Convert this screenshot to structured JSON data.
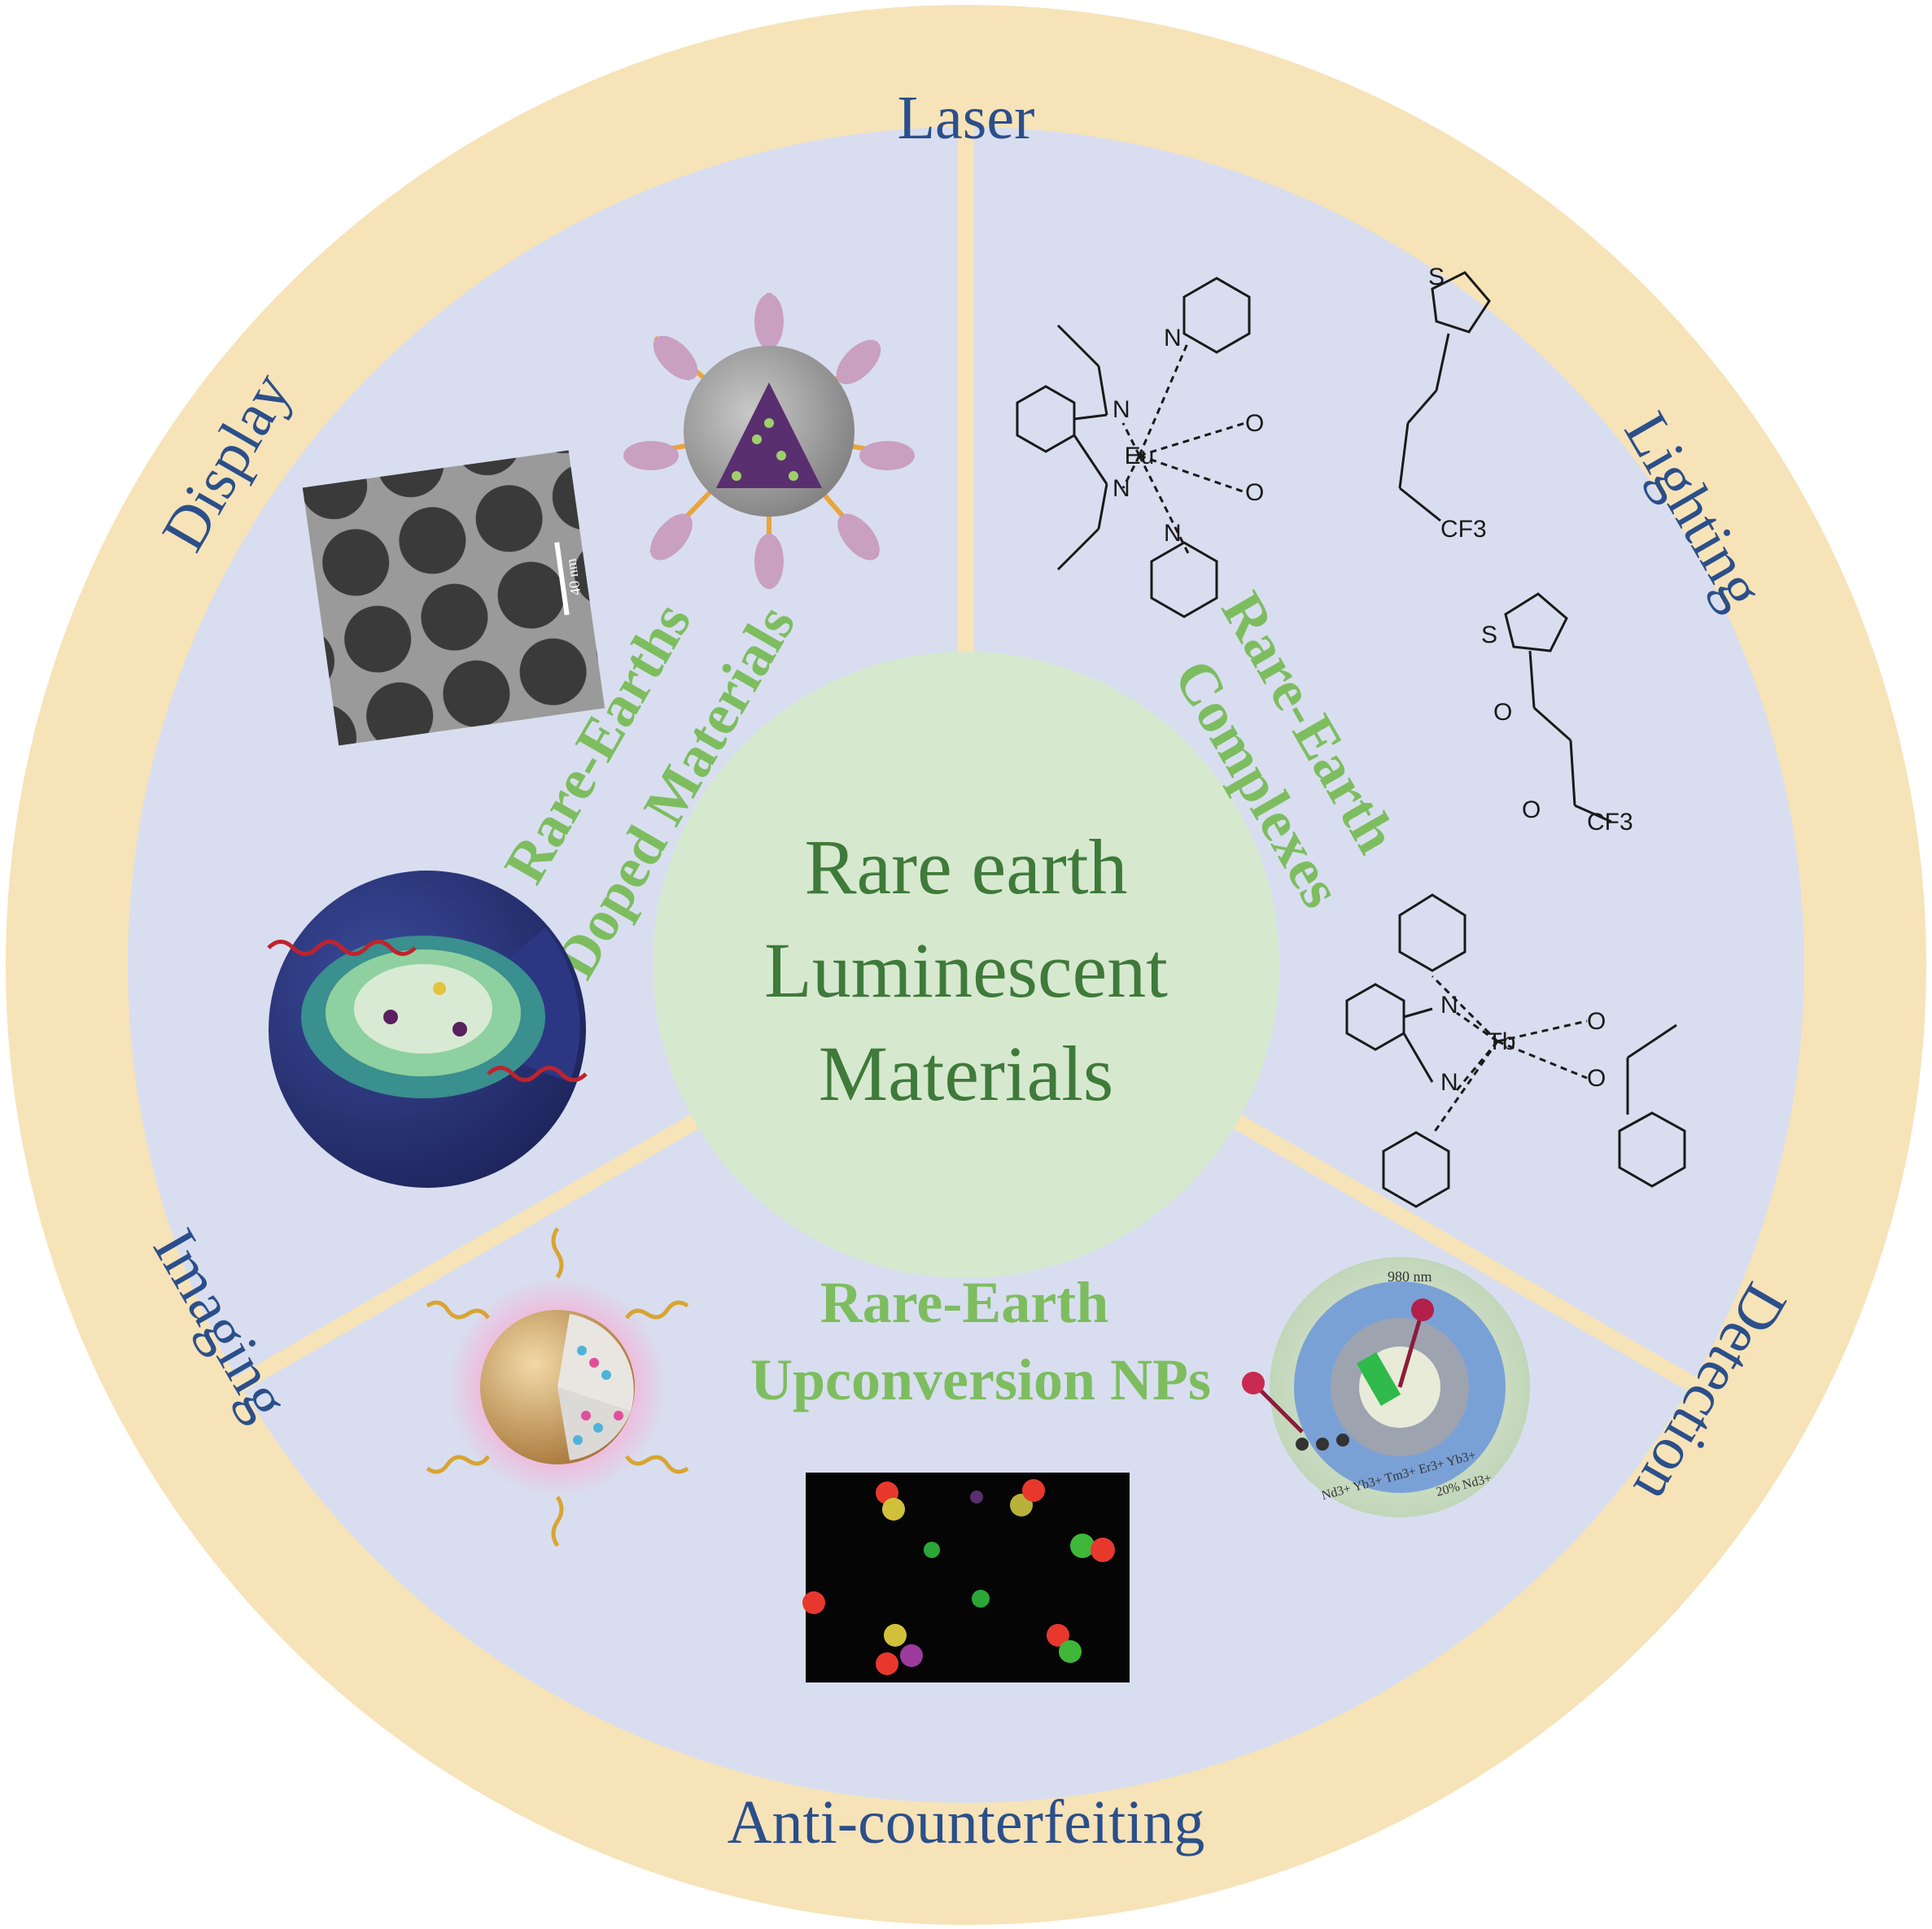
{
  "center": {
    "lines": [
      "Rare earth",
      "Luminescent",
      "Materials"
    ]
  },
  "applications": {
    "laser": "Laser",
    "lighting": "Lighting",
    "detection": "Detection",
    "anti_counterfeiting": "Anti-counterfeiting",
    "imaging": "Imaging",
    "display": "Display"
  },
  "sectors": {
    "doped": {
      "line1": "Rare-Earths",
      "line2": "Doped Materials"
    },
    "complexes": {
      "line1": "Rare-Earth",
      "line2": "Complexes"
    },
    "upconversion": {
      "line1": "Rare-Earth",
      "line2": "Upconversion NPs"
    }
  },
  "tem_scale_label": "40 nm",
  "complex_labels": {
    "eu": "Eu",
    "tb": "Tb",
    "n": "N",
    "o": "O",
    "s": "S",
    "cf3": "CF3"
  },
  "ucnp_labels": {
    "wavelength": "980 nm",
    "ions": "Nd3+  Yb3+  Tm3+  Er3+  Yb3+",
    "shell": "20% Nd3+"
  },
  "colors": {
    "outer_ring": "#f7e3b8",
    "inner_disk": "#d8deef",
    "center_disk": "#d6e9cf",
    "app_text": "#2b4f8a",
    "sector_text": "#7dbd5f",
    "center_text": "#3f7a3a"
  }
}
